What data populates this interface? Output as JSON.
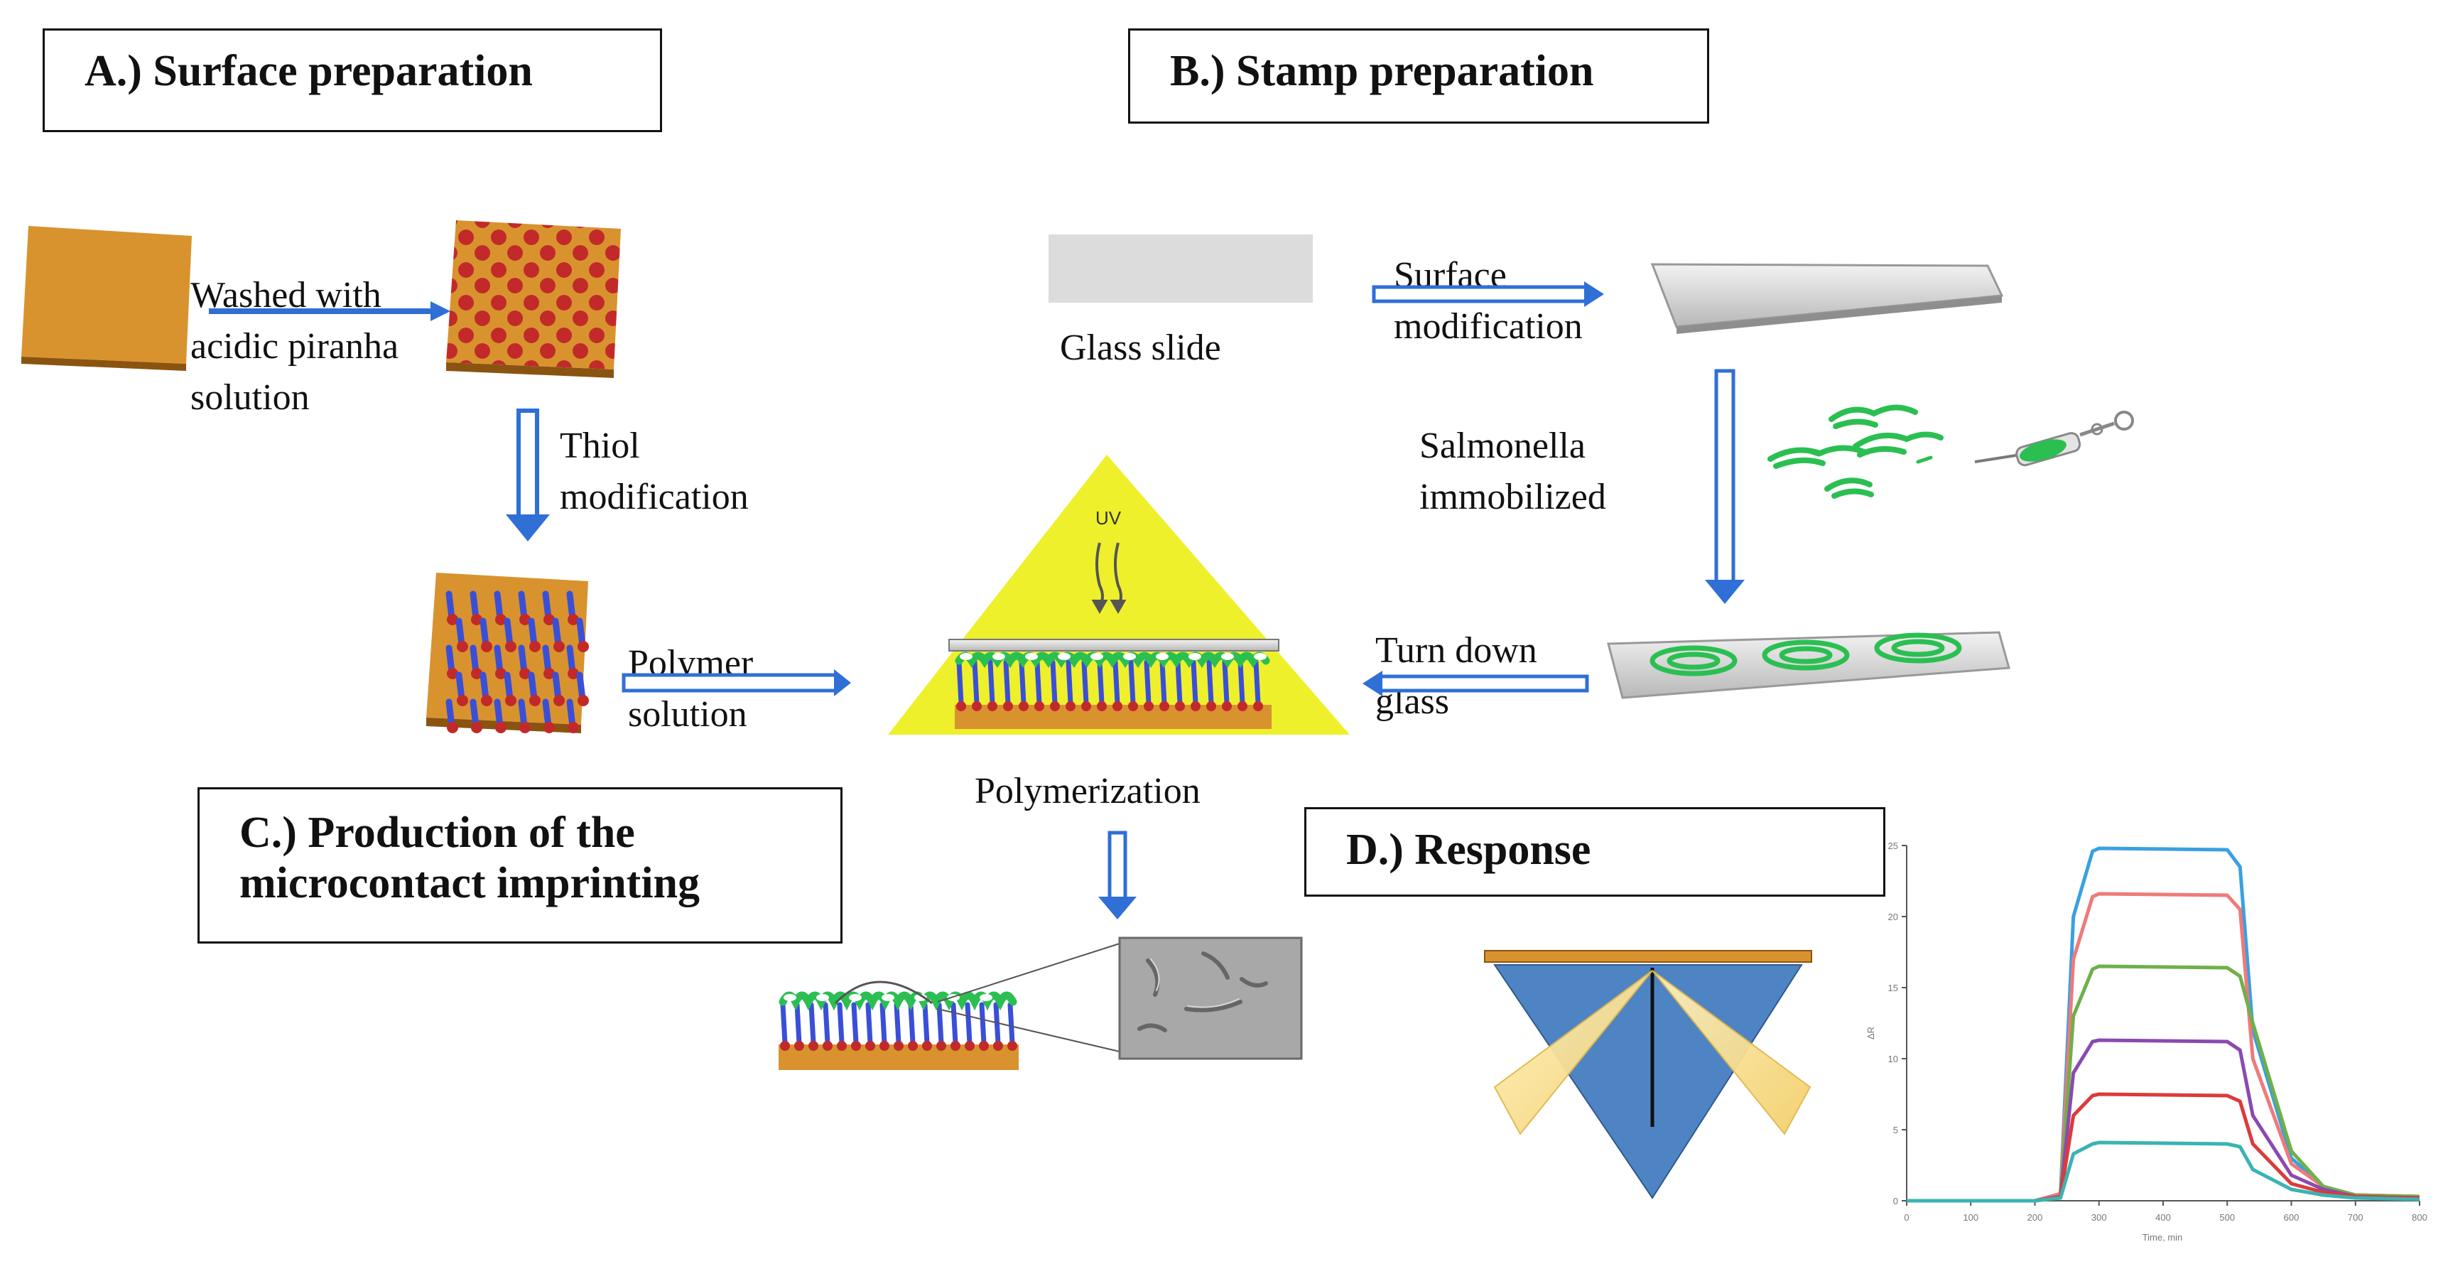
{
  "panels": {
    "a": "A.) Surface preparation",
    "b": "B.) Stamp preparation",
    "c": "C.) Production of the\nmicrocontact imprinting",
    "d": "D.) Response"
  },
  "labels": {
    "washed": "Washed with\nacidic piranha\nsolution",
    "thiol": "Thiol\nmodification",
    "polymer": "Polymer\nsolution",
    "glass_slide": "Glass slide",
    "surface_mod": "Surface\nmodification",
    "salmonella": "Salmonella\nimmobilized",
    "turn_down": "Turn down\nglass",
    "polymerization": "Polymerization",
    "uv": "UV"
  },
  "colors": {
    "gold": "#d8932f",
    "gold_dark": "#8a5410",
    "red_dot": "#c22a2a",
    "blue_chain": "#3a4fd8",
    "green_bacteria": "#2bbf52",
    "yellow_triangle": "#eef02c",
    "prism_blue": "#4f84c4",
    "arrow_blue": "#2f6fd6",
    "glass_gray": "#dcdcdc"
  },
  "chart_data": {
    "type": "line",
    "title": "",
    "xlabel": "Time, min",
    "ylabel": "ΔR",
    "x_ticks": [
      "0",
      "100",
      "200",
      "300",
      "400",
      "500",
      "600",
      "700",
      "800"
    ],
    "y_ticks": [
      "0",
      "5",
      "10",
      "15",
      "20",
      "25"
    ],
    "xlim": [
      0,
      800
    ],
    "ylim": [
      0,
      25
    ],
    "x": [
      0,
      100,
      200,
      240,
      260,
      290,
      300,
      500,
      520,
      540,
      600,
      650,
      700,
      800
    ],
    "series": [
      {
        "color": "#3aa0e0",
        "values": [
          0,
          0,
          0,
          0.5,
          20,
          24.6,
          24.8,
          24.7,
          23.5,
          12,
          3,
          1,
          0.4,
          0.3
        ]
      },
      {
        "color": "#ef7a7a",
        "values": [
          0,
          0,
          0,
          0.5,
          17,
          21.4,
          21.6,
          21.5,
          20.5,
          10,
          2.6,
          1,
          0.4,
          0.3
        ]
      },
      {
        "color": "#6fb04a",
        "values": [
          0,
          0,
          0,
          0.3,
          13,
          16.3,
          16.5,
          16.4,
          15.8,
          12.5,
          3.5,
          1,
          0.4,
          0.3
        ]
      },
      {
        "color": "#8a4ab0",
        "values": [
          0,
          0,
          0,
          0.3,
          9,
          11.2,
          11.3,
          11.2,
          10.6,
          6,
          1.8,
          0.8,
          0.3,
          0.2
        ]
      },
      {
        "color": "#dd3a3a",
        "values": [
          0,
          0,
          0,
          0.3,
          6,
          7.4,
          7.5,
          7.4,
          7.0,
          4,
          1.2,
          0.6,
          0.3,
          0.2
        ]
      },
      {
        "color": "#3bb3b3",
        "values": [
          0,
          0,
          0,
          0.2,
          3.3,
          4.0,
          4.1,
          4.0,
          3.8,
          2.2,
          0.8,
          0.4,
          0.2,
          0.1
        ]
      }
    ]
  }
}
